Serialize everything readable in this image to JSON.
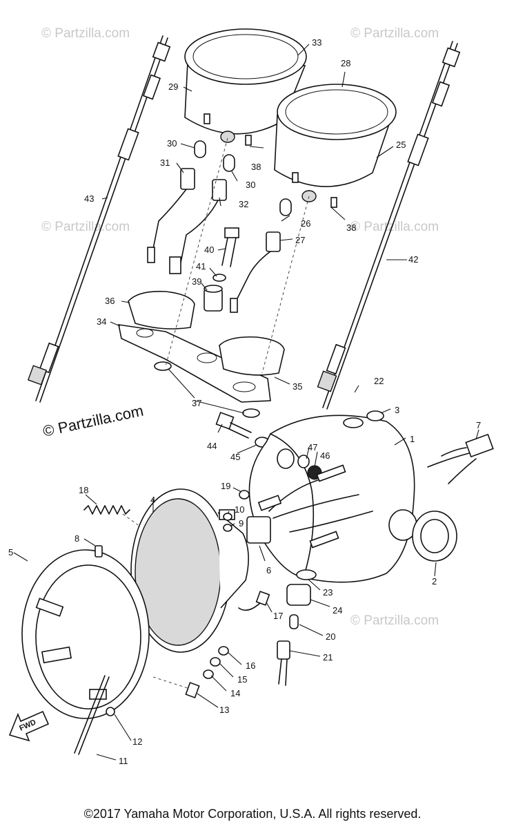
{
  "watermark": "© Partzilla.com",
  "watermark_main": "© Partzilla.com",
  "fwd_label": "FWD",
  "copyright": "©2017 Yamaha Motor Corporation, U.S.A. All rights reserved.",
  "part_numbers": {
    "p1": "1",
    "p2": "2",
    "p3": "3",
    "p4": "4",
    "p5": "5",
    "p6": "6",
    "p7": "7",
    "p8": "8",
    "p9": "9",
    "p10": "10",
    "p11": "11",
    "p12": "12",
    "p13": "13",
    "p14": "14",
    "p15": "15",
    "p16": "16",
    "p17": "17",
    "p18": "18",
    "p19": "19",
    "p20": "20",
    "p21": "21",
    "p22": "22",
    "p23": "23",
    "p24": "24",
    "p25": "25",
    "p26": "26",
    "p27": "27",
    "p28": "28",
    "p29": "29",
    "p30a": "30",
    "p30b": "30",
    "p31": "31",
    "p32": "32",
    "p33": "33",
    "p34": "34",
    "p35": "35",
    "p36": "36",
    "p37": "37",
    "p38a": "38",
    "p38b": "38",
    "p39": "39",
    "p40": "40",
    "p41": "41",
    "p42": "42",
    "p43": "43",
    "p44": "44",
    "p45": "45",
    "p46": "46",
    "p47": "47"
  }
}
